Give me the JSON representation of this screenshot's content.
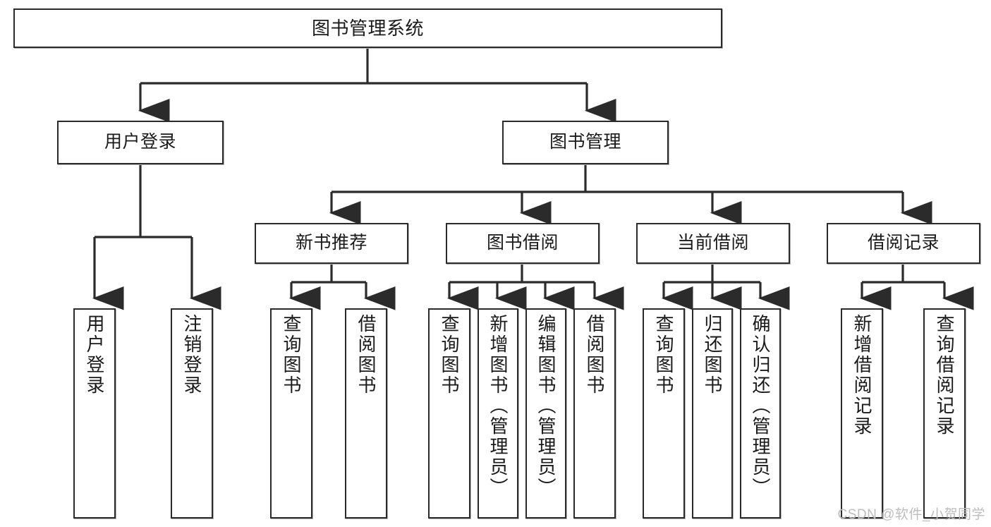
{
  "diagram": {
    "title": "图书管理系统",
    "type": "tree-hierarchy-chart",
    "background_color": "#ffffff",
    "box_border_color": "#2b2b2b",
    "connector_color": "#2b2b2b",
    "text_color": "#1a1a1a"
  },
  "root": {
    "label": "图书管理系统"
  },
  "level2": [
    {
      "label": "用户登录"
    },
    {
      "label": "图书管理"
    }
  ],
  "level3": [
    {
      "label": "新书推荐"
    },
    {
      "label": "图书借阅"
    },
    {
      "label": "当前借阅"
    },
    {
      "label": "借阅记录"
    }
  ],
  "leaves": {
    "user_login": [
      {
        "label": "用户登录"
      },
      {
        "label": "注销登录"
      }
    ],
    "new_book_recommend": [
      {
        "label": "查询图书"
      },
      {
        "label": "借阅图书"
      }
    ],
    "book_borrow": [
      {
        "label": "查询图书"
      },
      {
        "label": "新增图书（管理员）"
      },
      {
        "label": "编辑图书（管理员）"
      },
      {
        "label": "借阅图书"
      }
    ],
    "current_borrow": [
      {
        "label": "查询图书"
      },
      {
        "label": "归还图书"
      },
      {
        "label": "确认归还（管理员）"
      }
    ],
    "borrow_records": [
      {
        "label": "新增借阅记录"
      },
      {
        "label": "查询借阅记录"
      }
    ]
  },
  "watermark": {
    "text": "CSDN @软件_小贺同学"
  }
}
